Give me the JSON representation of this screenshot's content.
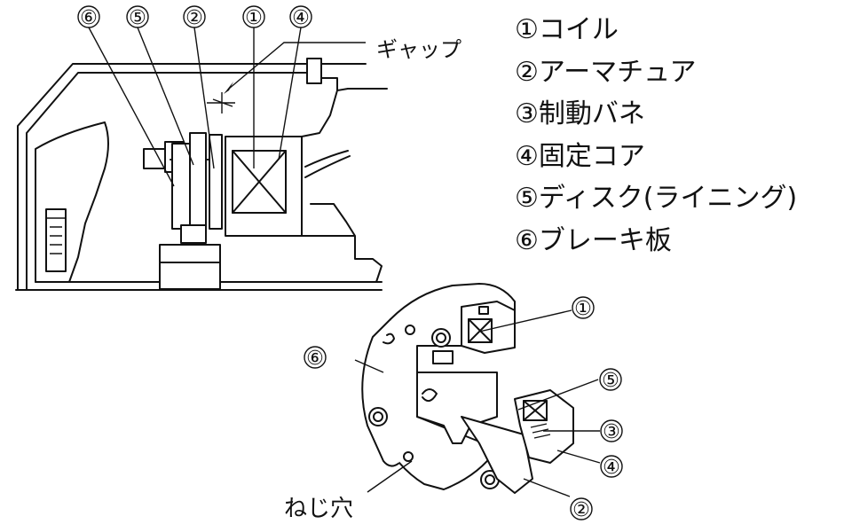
{
  "legend": {
    "items": [
      {
        "marker": "①",
        "label": "コイル"
      },
      {
        "marker": "②",
        "label": "アーマチュア"
      },
      {
        "marker": "③",
        "label": "制動バネ"
      },
      {
        "marker": "④",
        "label": "固定コア"
      },
      {
        "marker": "⑤",
        "label": "ディスク(ライニング)"
      },
      {
        "marker": "⑥",
        "label": "ブレーキ板"
      }
    ]
  },
  "section": {
    "callouts": [
      "⑥",
      "⑤",
      "②",
      "①",
      "④"
    ],
    "gap_label": "ギャップ"
  },
  "perspective": {
    "callouts": [
      "①",
      "⑥",
      "⑤",
      "③",
      "④",
      "②"
    ],
    "hole_label": "ねじ穴"
  }
}
